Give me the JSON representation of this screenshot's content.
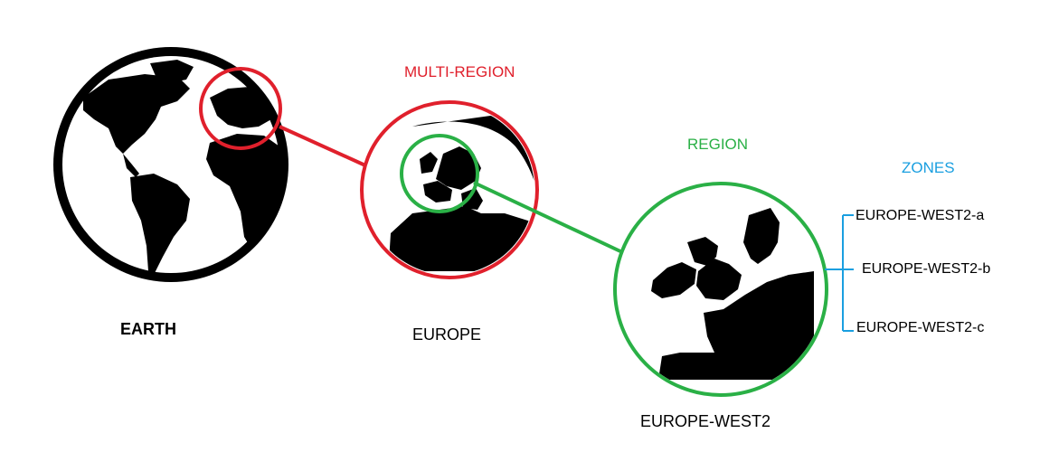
{
  "colors": {
    "background": "#ffffff",
    "land": "#000000",
    "multi_region": "#e0202c",
    "region": "#2ab046",
    "zones": "#1a9fe0"
  },
  "earth": {
    "label": "EARTH"
  },
  "multi_region": {
    "heading": "MULTI-REGION",
    "label": "EUROPE"
  },
  "region": {
    "heading": "REGION",
    "label": "EUROPE-WEST2"
  },
  "zones": {
    "heading": "ZONES",
    "items": [
      "EUROPE-WEST2-a",
      "EUROPE-WEST2-b",
      "EUROPE-WEST2-c"
    ]
  }
}
